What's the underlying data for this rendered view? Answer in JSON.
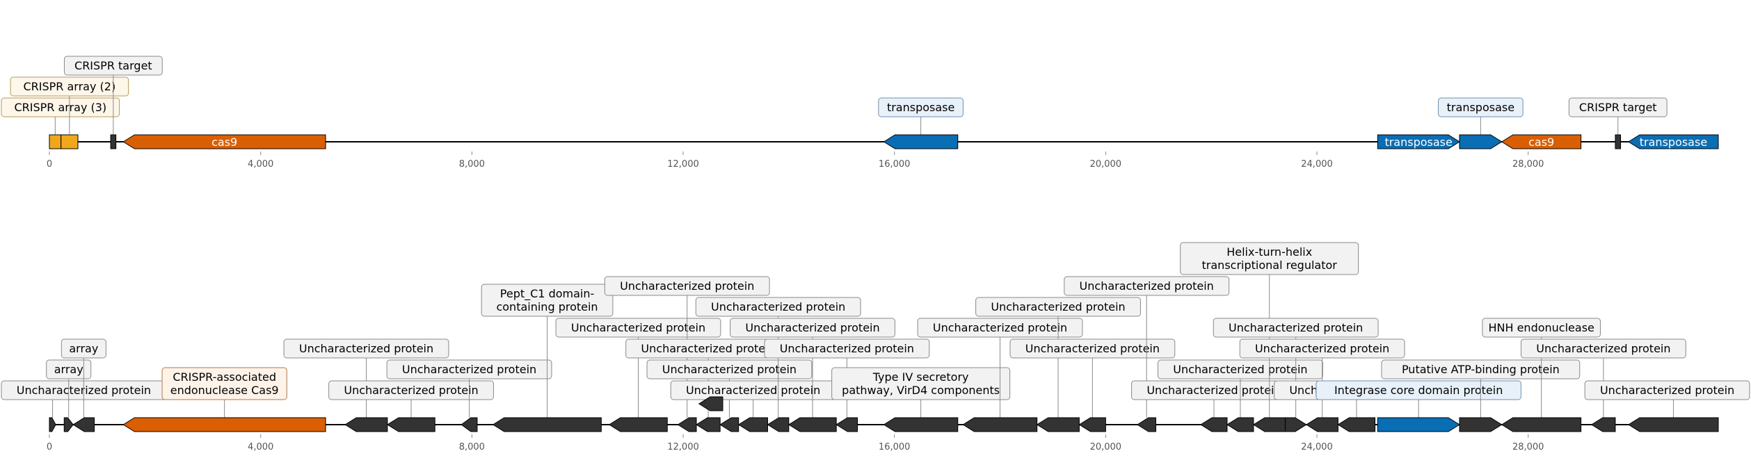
{
  "colors": {
    "orange": "#d95f02",
    "blue": "#0a6eb4",
    "dark": "#333333",
    "yellow": "#f0a71c",
    "label_bg_default": "#f2f2f2",
    "label_bg_orange": "#fdf3e9",
    "label_bg_blue": "#e8f1fa",
    "label_bg_yellow": "#fdf6e9"
  },
  "tracks": [
    {
      "id": "track-1",
      "features": [
        {
          "start": 0,
          "end": 220,
          "color": "yellow",
          "strand": 0,
          "outside_label": [
            "CRISPR array (3)"
          ],
          "level": 1
        },
        {
          "start": 220,
          "end": 540,
          "color": "yellow",
          "strand": 0,
          "outside_label": [
            "CRISPR array (2)"
          ],
          "level": 2
        },
        {
          "start": 1160,
          "end": 1260,
          "color": "dark",
          "strand": 0,
          "outside_label": [
            "CRISPR target"
          ],
          "level": 3
        },
        {
          "start": 1400,
          "end": 5230,
          "color": "orange",
          "strand": -1,
          "inside_label": "cas9"
        },
        {
          "start": 15800,
          "end": 17200,
          "color": "blue",
          "strand": -1,
          "outside_label": [
            "transposase"
          ],
          "level": 1
        },
        {
          "start": 25150,
          "end": 26700,
          "color": "blue",
          "strand": 1,
          "inside_label": "transposase"
        },
        {
          "start": 26700,
          "end": 27500,
          "color": "blue",
          "strand": 1,
          "outside_label": [
            "transposase"
          ],
          "level": 1
        },
        {
          "start": 27500,
          "end": 29000,
          "color": "orange",
          "strand": -1,
          "inside_label": "cas9"
        },
        {
          "start": 29650,
          "end": 29750,
          "color": "dark",
          "strand": 0,
          "outside_label": [
            "CRISPR target"
          ],
          "level": 1
        },
        {
          "start": 29900,
          "end": 31600,
          "color": "blue",
          "strand": -1,
          "inside_label": "transposase"
        }
      ],
      "ticks": [
        "0",
        "4,000",
        "8,000",
        "12,000",
        "16,000",
        "20,000",
        "24,000",
        "28,000"
      ]
    },
    {
      "id": "track-2",
      "features": [
        {
          "start": 0,
          "end": 120,
          "color": "dark",
          "strand": 1,
          "outside_label": [
            "Uncharacterized protein"
          ],
          "level": 1
        },
        {
          "start": 280,
          "end": 450,
          "color": "dark",
          "strand": 1,
          "outside_label": [
            "array"
          ],
          "level": 2
        },
        {
          "start": 450,
          "end": 850,
          "color": "dark",
          "strand": -1,
          "outside_label": [
            "array"
          ],
          "level": 3
        },
        {
          "start": 1400,
          "end": 5230,
          "color": "orange",
          "strand": -1,
          "outside_label": [
            "CRISPR-associated",
            "endonuclease Cas9"
          ],
          "level": 1
        },
        {
          "start": 5600,
          "end": 6400,
          "color": "dark",
          "strand": -1,
          "outside_label": [
            "Uncharacterized protein"
          ],
          "level": 3
        },
        {
          "start": 6400,
          "end": 7300,
          "color": "dark",
          "strand": -1,
          "outside_label": [
            "Uncharacterized protein"
          ],
          "level": 1
        },
        {
          "start": 7800,
          "end": 8100,
          "color": "dark",
          "strand": -1,
          "outside_label": [
            "Uncharacterized protein"
          ],
          "level": 2
        },
        {
          "start": 8400,
          "end": 10450,
          "color": "dark",
          "strand": -1,
          "outside_label": [
            "Pept_C1 domain-",
            "containing protein"
          ],
          "level": 5
        },
        {
          "start": 10600,
          "end": 11700,
          "color": "dark",
          "strand": -1,
          "outside_label": [
            "Uncharacterized protein"
          ],
          "level": 4
        },
        {
          "start": 11900,
          "end": 12250,
          "color": "dark",
          "strand": -1,
          "outside_label": [
            "Uncharacterized protein"
          ],
          "level": 6
        },
        {
          "start": 12250,
          "end": 12700,
          "color": "dark",
          "strand": -1,
          "outside_label": [
            "Uncharacterized protein"
          ],
          "level": 3
        },
        {
          "start": 12700,
          "end": 13050,
          "color": "dark",
          "strand": -1,
          "outside_label": [
            "Uncharacterized protein"
          ],
          "level": 2
        },
        {
          "start": 13050,
          "end": 13600,
          "color": "dark",
          "strand": -1,
          "outside_label": [
            "Uncharacterized protein"
          ],
          "level": 1
        },
        {
          "start": 13600,
          "end": 14000,
          "color": "dark",
          "strand": -1,
          "outside_label": [
            "Uncharacterized protein"
          ],
          "level": 5
        },
        {
          "start": 14000,
          "end": 14900,
          "color": "dark",
          "strand": -1,
          "outside_label": [
            "Uncharacterized protein"
          ],
          "level": 4
        },
        {
          "start": 14900,
          "end": 15300,
          "color": "dark",
          "strand": -1,
          "outside_label": [
            "Uncharacterized protein"
          ],
          "level": 3
        },
        {
          "start": 15800,
          "end": 17200,
          "color": "dark",
          "strand": -1,
          "outside_label": [
            "Type IV secretory",
            "pathway, VirD4 components"
          ],
          "level": 1
        },
        {
          "start": 17300,
          "end": 18700,
          "color": "dark",
          "strand": -1,
          "outside_label": [
            "Uncharacterized protein"
          ],
          "level": 4
        },
        {
          "start": 18700,
          "end": 19500,
          "color": "dark",
          "strand": -1,
          "outside_label": [
            "Uncharacterized protein"
          ],
          "level": 5
        },
        {
          "start": 19500,
          "end": 20000,
          "color": "dark",
          "strand": -1,
          "outside_label": [
            "Uncharacterized protein"
          ],
          "level": 3
        },
        {
          "start": 20600,
          "end": 20950,
          "color": "dark",
          "strand": -1,
          "outside_label": [
            "Uncharacterized protein"
          ],
          "level": 6
        },
        {
          "start": 21800,
          "end": 22300,
          "color": "dark",
          "strand": -1,
          "outside_label": [
            "Uncharacterized protein"
          ],
          "level": 1
        },
        {
          "start": 22300,
          "end": 22800,
          "color": "dark",
          "strand": -1,
          "outside_label": [
            "Uncharacterized protein"
          ],
          "level": 2
        },
        {
          "start": 22800,
          "end": 23400,
          "color": "dark",
          "strand": -1,
          "outside_label": [
            "Helix-turn-helix",
            "transcriptional regulator"
          ],
          "level": 7
        },
        {
          "start": 23400,
          "end": 23800,
          "color": "dark",
          "strand": 1,
          "outside_label": [
            "Uncharacterized protein"
          ],
          "level": 4
        },
        {
          "start": 23800,
          "end": 24400,
          "color": "dark",
          "strand": -1,
          "outside_label": [
            "Uncharacterized protein"
          ],
          "level": 3
        },
        {
          "start": 24400,
          "end": 25100,
          "color": "dark",
          "strand": -1,
          "outside_label": [
            "Uncharacterized protein"
          ],
          "level": 1
        },
        {
          "start": 25150,
          "end": 26700,
          "color": "blue",
          "strand": 1,
          "outside_label": [
            "Integrase core domain protein"
          ],
          "level": 1
        },
        {
          "start": 26700,
          "end": 27500,
          "color": "dark",
          "strand": 1,
          "outside_label": [
            "Putative ATP-binding protein"
          ],
          "level": 2
        },
        {
          "start": 27500,
          "end": 29000,
          "color": "dark",
          "strand": -1,
          "outside_label": [
            "HNH endonuclease"
          ],
          "level": 4
        },
        {
          "start": 29200,
          "end": 29650,
          "color": "dark",
          "strand": -1,
          "outside_label": [
            "Uncharacterized protein"
          ],
          "level": 3
        },
        {
          "start": 29900,
          "end": 31600,
          "color": "dark",
          "strand": -1,
          "outside_label": [
            "Uncharacterized protein"
          ],
          "level": 1
        }
      ],
      "ticks": [
        "0",
        "4,000",
        "8,000",
        "12,000",
        "16,000",
        "20,000",
        "24,000",
        "28,000"
      ]
    },
    {
      "id": "track-2-extra",
      "features": [
        {
          "start": 12300,
          "end": 12750,
          "color": "dark",
          "strand": -1,
          "raised": true
        }
      ],
      "ticks": []
    }
  ]
}
